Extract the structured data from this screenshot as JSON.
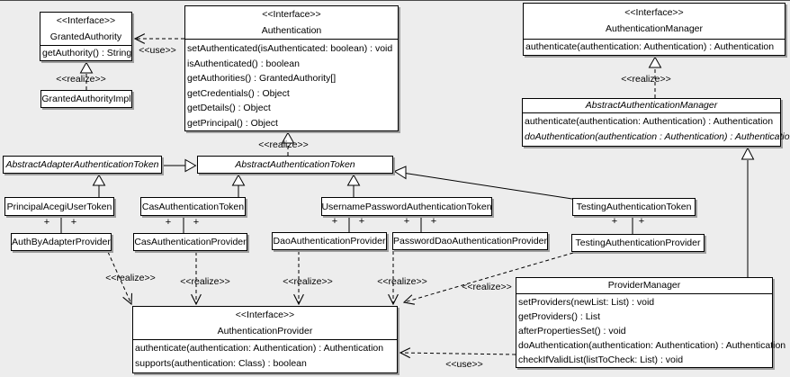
{
  "colors": {
    "background": "#ededed",
    "box_fill": "#ffffff",
    "box_border": "#000000",
    "box_shadow": "#9e9e9e",
    "line": "#000000"
  },
  "labels": {
    "realize": "<<realize>>",
    "use": "<<use>>",
    "plus": "+"
  },
  "classes": {
    "granted_authority": {
      "stereotype": "<<Interface>>",
      "name": "GrantedAuthority",
      "methods": [
        "getAuthority() : String"
      ]
    },
    "granted_authority_impl": {
      "name": "GrantedAuthorityImpl"
    },
    "authentication": {
      "stereotype": "<<Interface>>",
      "name": "Authentication",
      "methods": [
        "setAuthenticated(isAuthenticated: boolean) : void",
        "isAuthenticated() : boolean",
        "getAuthorities() : GrantedAuthority[]",
        "getCredentials() : Object",
        "getDetails() : Object",
        "getPrincipal() : Object"
      ]
    },
    "authentication_manager": {
      "stereotype": "<<Interface>>",
      "name": "AuthenticationManager",
      "methods": [
        "authenticate(authentication: Authentication) : Authentication"
      ]
    },
    "abstract_authentication_manager": {
      "name": "AbstractAuthenticationManager",
      "methods": [
        "authenticate(authentication: Authentication) : Authentication",
        "doAuthentication(authentication : Authentication) : Authentication"
      ]
    },
    "abstract_adapter_authentication_token": {
      "name": "AbstractAdapterAuthenticationToken"
    },
    "abstract_authentication_token": {
      "name": "AbstractAuthenticationToken"
    },
    "principal_acegi_user_token": {
      "name": "PrincipalAcegiUserToken"
    },
    "cas_authentication_token": {
      "name": "CasAuthenticationToken"
    },
    "username_password_authentication_token": {
      "name": "UsernamePasswordAuthenticationToken"
    },
    "testing_authentication_token": {
      "name": "TestingAuthenticationToken"
    },
    "auth_by_adapter_provider": {
      "name": "AuthByAdapterProvider"
    },
    "cas_authentication_provider": {
      "name": "CasAuthenticationProvider"
    },
    "dao_authentication_provider": {
      "name": "DaoAuthenticationProvider"
    },
    "password_dao_authentication_provider": {
      "name": "PasswordDaoAuthenticationProvider"
    },
    "testing_authentication_provider": {
      "name": "TestingAuthenticationProvider"
    },
    "authentication_provider": {
      "stereotype": "<<Interface>>",
      "name": "AuthenticationProvider",
      "methods": [
        "authenticate(authentication: Authentication) : Authentication",
        "supports(authentication: Class) : boolean"
      ]
    },
    "provider_manager": {
      "name": "ProviderManager",
      "methods": [
        "setProviders(newList: List) : void",
        "getProviders() : List",
        "afterPropertiesSet() : void",
        "doAuthentication(authentication: Authentication) : Authentication",
        "checkIfValidList(listToCheck: List) : void"
      ]
    }
  },
  "edges": [
    {
      "type": "use",
      "label": "<<use>>",
      "from": "Authentication",
      "to": "GrantedAuthority"
    },
    {
      "type": "realize",
      "label": "<<realize>>",
      "from": "GrantedAuthorityImpl",
      "to": "GrantedAuthority"
    },
    {
      "type": "realize",
      "label": "<<realize>>",
      "from": "AbstractAuthenticationToken",
      "to": "Authentication"
    },
    {
      "type": "realize",
      "label": "<<realize>>",
      "from": "AbstractAuthenticationManager",
      "to": "AuthenticationManager"
    },
    {
      "type": "generalize",
      "from": "AbstractAdapterAuthenticationToken",
      "to": "AbstractAuthenticationToken"
    },
    {
      "type": "generalize",
      "from": "PrincipalAcegiUserToken",
      "to": "AbstractAdapterAuthenticationToken"
    },
    {
      "type": "generalize",
      "from": "CasAuthenticationToken",
      "to": "AbstractAuthenticationToken"
    },
    {
      "type": "generalize",
      "from": "UsernamePasswordAuthenticationToken",
      "to": "AbstractAuthenticationToken"
    },
    {
      "type": "generalize",
      "from": "TestingAuthenticationToken",
      "to": "AbstractAuthenticationToken"
    },
    {
      "type": "generalize",
      "from": "ProviderManager",
      "to": "AbstractAuthenticationManager"
    },
    {
      "type": "association",
      "label": "+ +",
      "from": "PrincipalAcegiUserToken",
      "to": "AuthByAdapterProvider"
    },
    {
      "type": "association",
      "label": "+ +",
      "from": "CasAuthenticationToken",
      "to": "CasAuthenticationProvider"
    },
    {
      "type": "association",
      "label": "+ +",
      "from": "UsernamePasswordAuthenticationToken",
      "to": "DaoAuthenticationProvider"
    },
    {
      "type": "association",
      "label": "+ +",
      "from": "UsernamePasswordAuthenticationToken",
      "to": "PasswordDaoAuthenticationProvider"
    },
    {
      "type": "association",
      "label": "+ +",
      "from": "TestingAuthenticationToken",
      "to": "TestingAuthenticationProvider"
    },
    {
      "type": "realize",
      "label": "<<realize>>",
      "from": "AuthByAdapterProvider",
      "to": "AuthenticationProvider"
    },
    {
      "type": "realize",
      "label": "<<realize>>",
      "from": "CasAuthenticationProvider",
      "to": "AuthenticationProvider"
    },
    {
      "type": "realize",
      "label": "<<realize>>",
      "from": "DaoAuthenticationProvider",
      "to": "AuthenticationProvider"
    },
    {
      "type": "realize",
      "label": "<<realize>>",
      "from": "PasswordDaoAuthenticationProvider",
      "to": "AuthenticationProvider"
    },
    {
      "type": "realize",
      "label": "<<realize>>",
      "from": "TestingAuthenticationProvider",
      "to": "AuthenticationProvider"
    },
    {
      "type": "use",
      "label": "<<use>>",
      "from": "ProviderManager",
      "to": "AuthenticationProvider"
    }
  ]
}
